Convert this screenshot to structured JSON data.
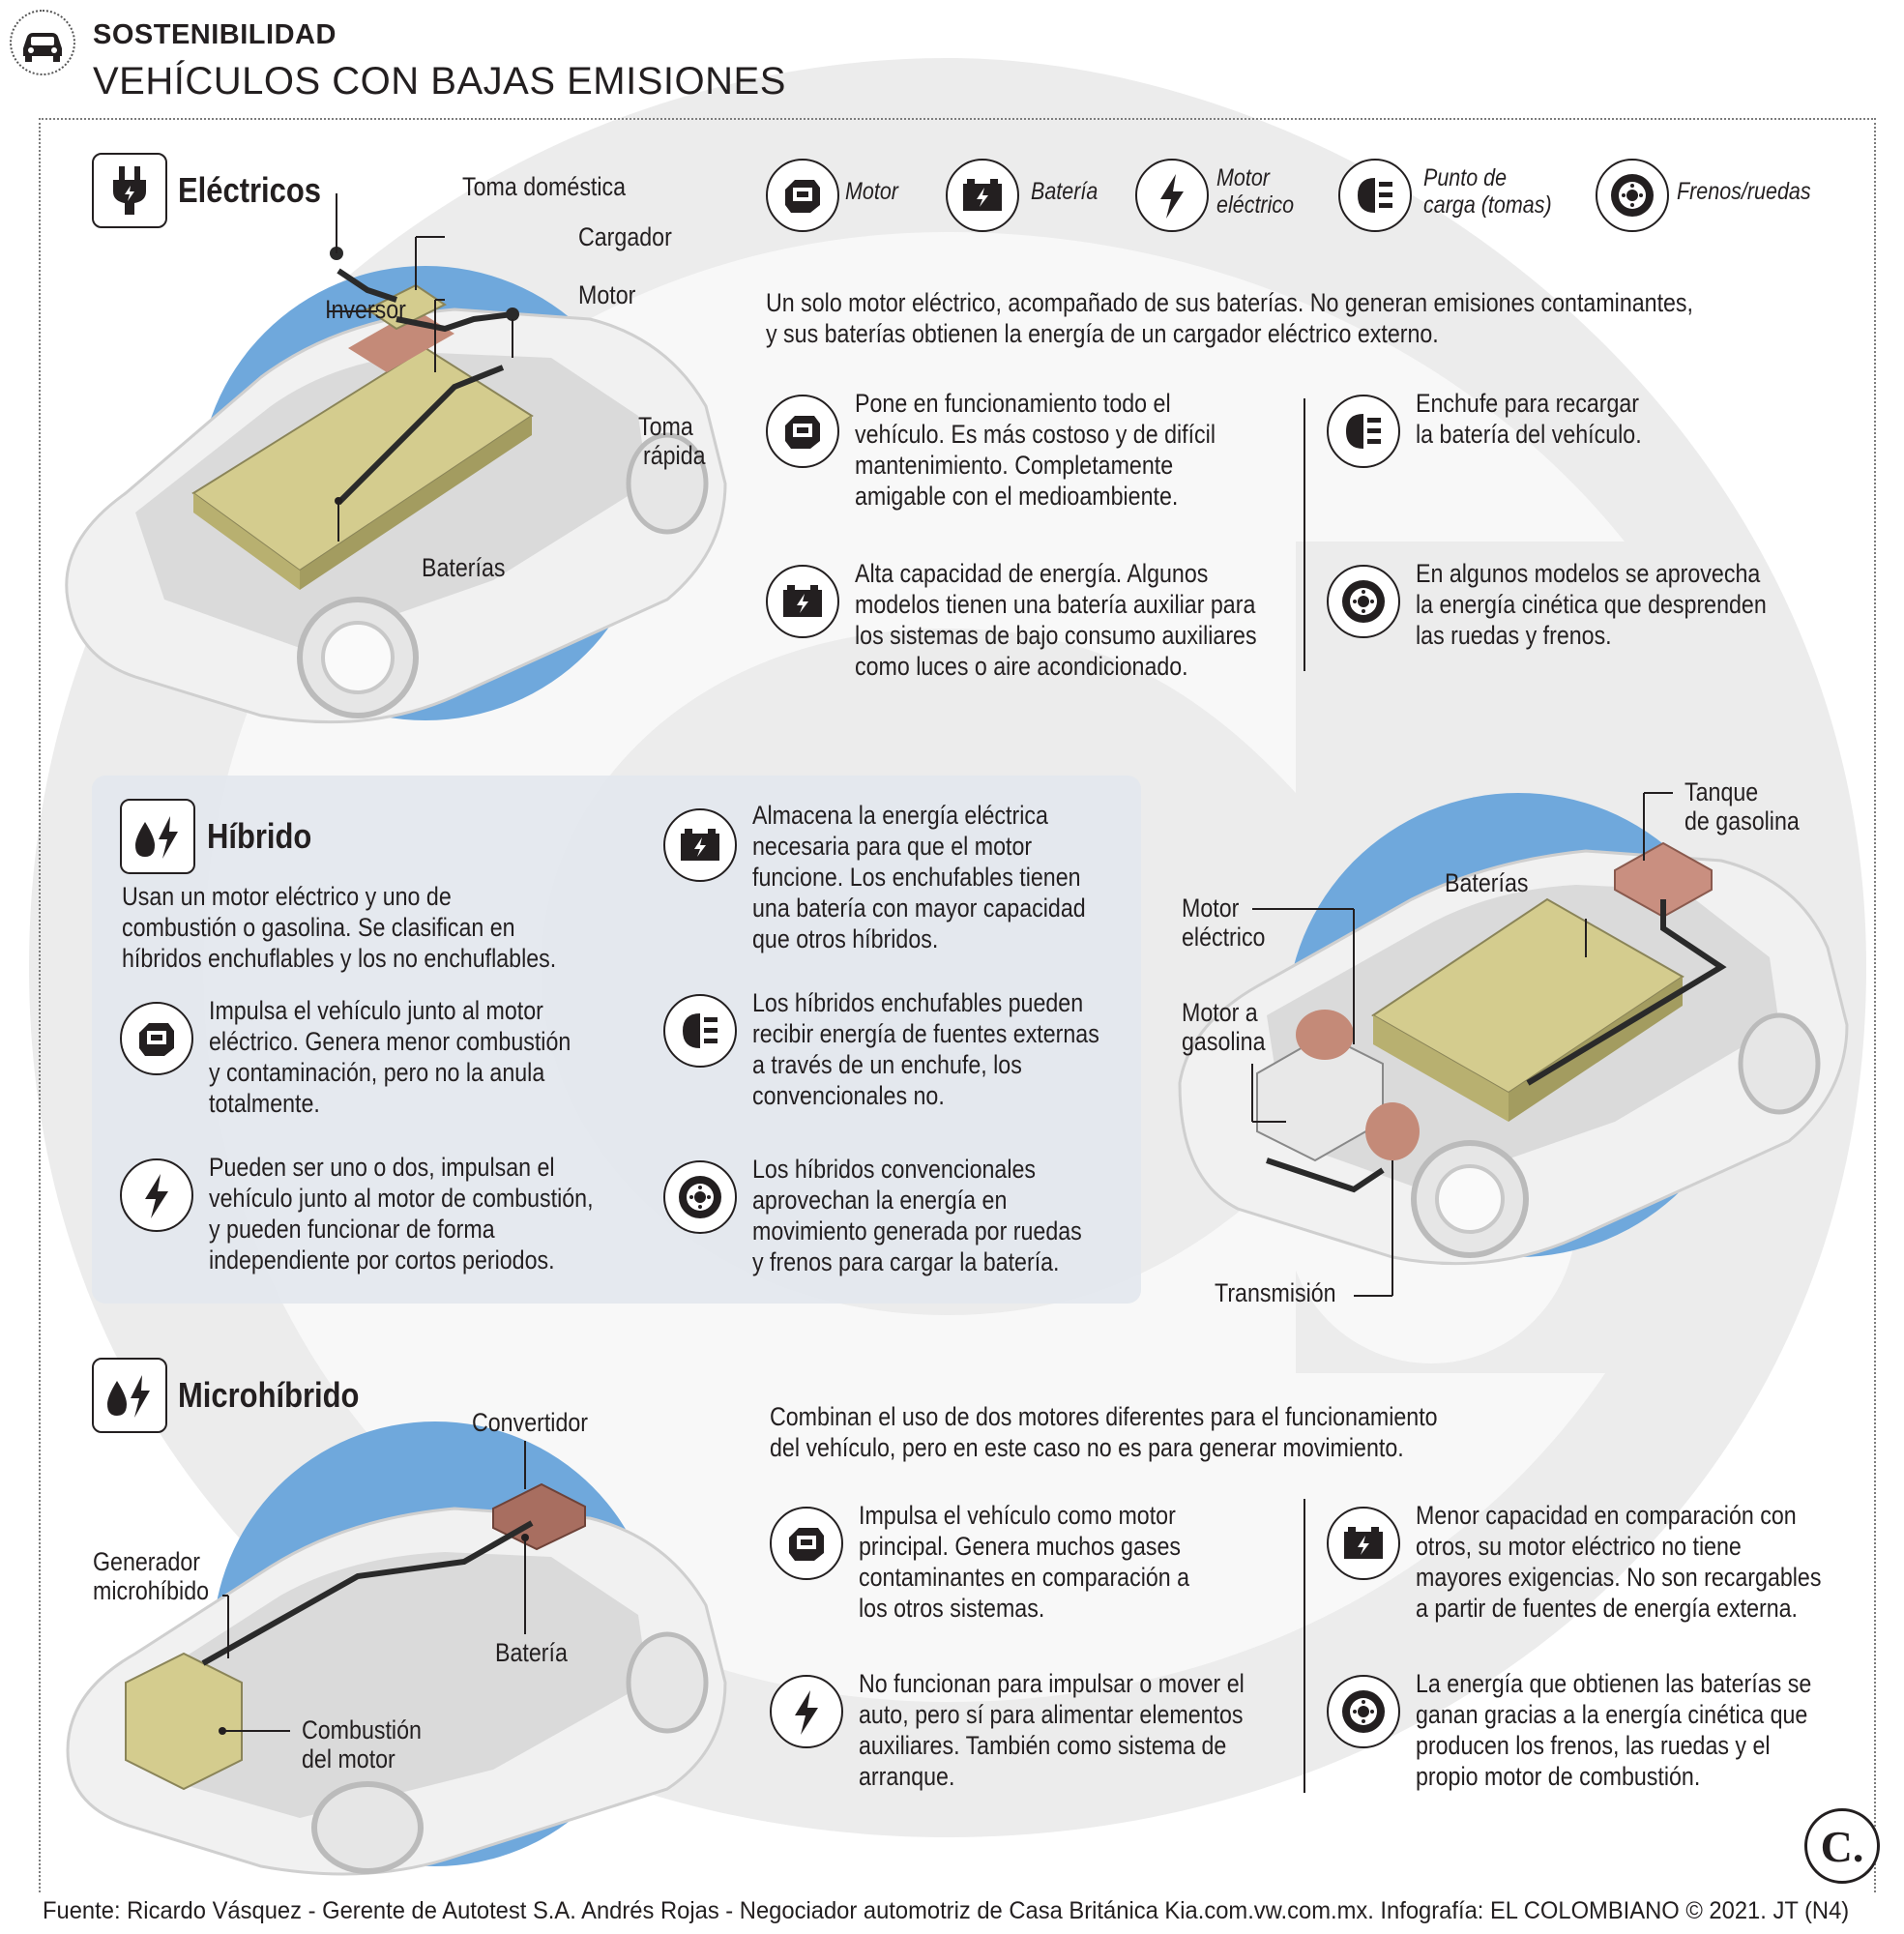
{
  "header": {
    "kicker": "SOSTENIBILIDAD",
    "headline": "VEHÍCULOS CON BAJAS EMISIONES"
  },
  "legend": {
    "motor": "Motor",
    "bateria": "Batería",
    "motor_electrico": [
      "Motor",
      "eléctrico"
    ],
    "punto_carga": [
      "Punto de",
      "carga (tomas)"
    ],
    "frenos": "Frenos/ruedas"
  },
  "electricos": {
    "title": "Eléctricos",
    "labels": {
      "toma_domestica": "Toma doméstica",
      "cargador": "Cargador",
      "inversor": "Inversor",
      "motor": "Motor",
      "toma_rapida": [
        "Toma",
        "rápida"
      ],
      "baterias": "Baterías"
    },
    "intro": [
      "Un solo motor eléctrico, acompañado de sus baterías. No generan emisiones contaminantes,",
      "y sus baterías obtienen la energía de un cargador eléctrico externo."
    ],
    "motor_text": [
      "Pone en funcionamiento todo el",
      "vehículo. Es más costoso y de difícil",
      "mantenimiento. Completamente",
      "amigable con el medioambiente."
    ],
    "bateria_text": [
      "Alta capacidad de energía. Algunos",
      "modelos tienen una batería auxiliar para",
      "los sistemas de bajo consumo auxiliares",
      "como luces o aire acondicionado."
    ],
    "carga_text": [
      "Enchufe para recargar",
      "la batería del vehículo."
    ],
    "frenos_text": [
      "En algunos modelos se aprovecha",
      "la energía cinética que desprenden",
      "las ruedas y frenos."
    ]
  },
  "hibrido": {
    "title": "Híbrido",
    "intro": [
      "Usan un motor eléctrico y uno de",
      "combustión o gasolina. Se clasifican en",
      "híbridos enchuflables y los no enchuflables."
    ],
    "motor_text": [
      "Impulsa el vehículo junto al motor",
      "eléctrico. Genera menor combustión",
      "y contaminación, pero no la anula",
      "totalmente."
    ],
    "electrico_text": [
      "Pueden ser uno o dos, impulsan el",
      "vehículo junto al motor de combustión,",
      "y pueden funcionar de forma",
      "independiente por cortos periodos."
    ],
    "bateria_text": [
      "Almacena la energía eléctrica",
      "necesaria para que el motor",
      "funcione. Los enchufables tienen",
      "una batería con mayor capacidad",
      "que otros híbridos."
    ],
    "carga_text": [
      "Los híbridos enchufables pueden",
      "recibir energía de fuentes externas",
      "a través de un enchufe, los",
      "convencionales no."
    ],
    "frenos_text": [
      "Los híbridos convencionales",
      "aprovechan la energía en",
      "movimiento generada por ruedas",
      "y frenos para cargar la batería."
    ],
    "labels": {
      "tanque": [
        "Tanque",
        "de gasolina"
      ],
      "baterias": "Baterías",
      "motor_electrico": [
        "Motor",
        "eléctrico"
      ],
      "motor_gasolina": [
        "Motor a",
        "gasolina"
      ],
      "transmision": "Transmisión"
    }
  },
  "microhibrido": {
    "title": "Microhíbrido",
    "labels": {
      "convertidor": "Convertidor",
      "generador": [
        "Generador",
        "microhíbido"
      ],
      "bateria": "Batería",
      "combustion": [
        "Combustión",
        "del motor"
      ]
    },
    "intro": [
      "Combinan el uso de dos motores diferentes para el funcionamiento",
      "del vehículo, pero en este caso no es para generar movimiento."
    ],
    "motor_text": [
      "Impulsa el vehículo como motor",
      "principal. Genera muchos gases",
      "contaminantes en comparación a",
      "los otros sistemas."
    ],
    "electrico_text": [
      "No funcionan para impulsar o mover el",
      "auto, pero sí para alimentar elementos",
      "auxiliares. También como sistema de",
      "arranque."
    ],
    "bateria_text": [
      "Menor capacidad en comparación con",
      "otros, su motor eléctrico no tiene",
      "mayores exigencias. No son recargables",
      "a partir de fuentes de energía externa."
    ],
    "frenos_text": [
      "La energía que obtienen las baterías se",
      "ganan gracias a la energía cinética que",
      "producen los frenos, las ruedas y el",
      "propio motor de combustión."
    ]
  },
  "footer": "Fuente: Ricardo Vásquez - Gerente de Autotest S.A. Andrés Rojas - Negociador automotriz de Casa Británica Kia.com.vw.com.mx. Infografía: EL COLOMBIANO © 2021. JT (N4)",
  "logo_text": "C.",
  "colors": {
    "blue_disc": "#6fa8dc",
    "battery": "#d4cc8e",
    "motor_copper": "#c48a78",
    "tank": "#c98f80",
    "text": "#231f20",
    "panel": "#e3e7ee"
  }
}
